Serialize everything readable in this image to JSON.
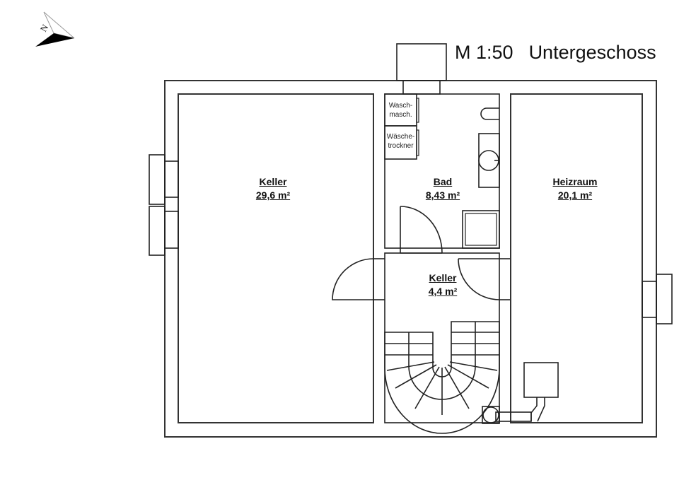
{
  "header": {
    "scale": "M 1:50",
    "floor_name": "Untergeschoss"
  },
  "compass": {
    "icon": "north-arrow-icon",
    "letter": "N"
  },
  "rooms": [
    {
      "name": "Keller",
      "area": "29,6 m²"
    },
    {
      "name": "Bad",
      "area": "8,43 m²"
    },
    {
      "name": "Heizraum",
      "area": "20,1 m²"
    },
    {
      "name": "Keller",
      "area": "4,4 m²"
    }
  ],
  "appliances": [
    {
      "line1": "Wasch-",
      "line2": "masch."
    },
    {
      "line1": "Wäsche-",
      "line2": "trockner"
    }
  ],
  "colors": {
    "line": "#222222",
    "background": "#ffffff"
  }
}
